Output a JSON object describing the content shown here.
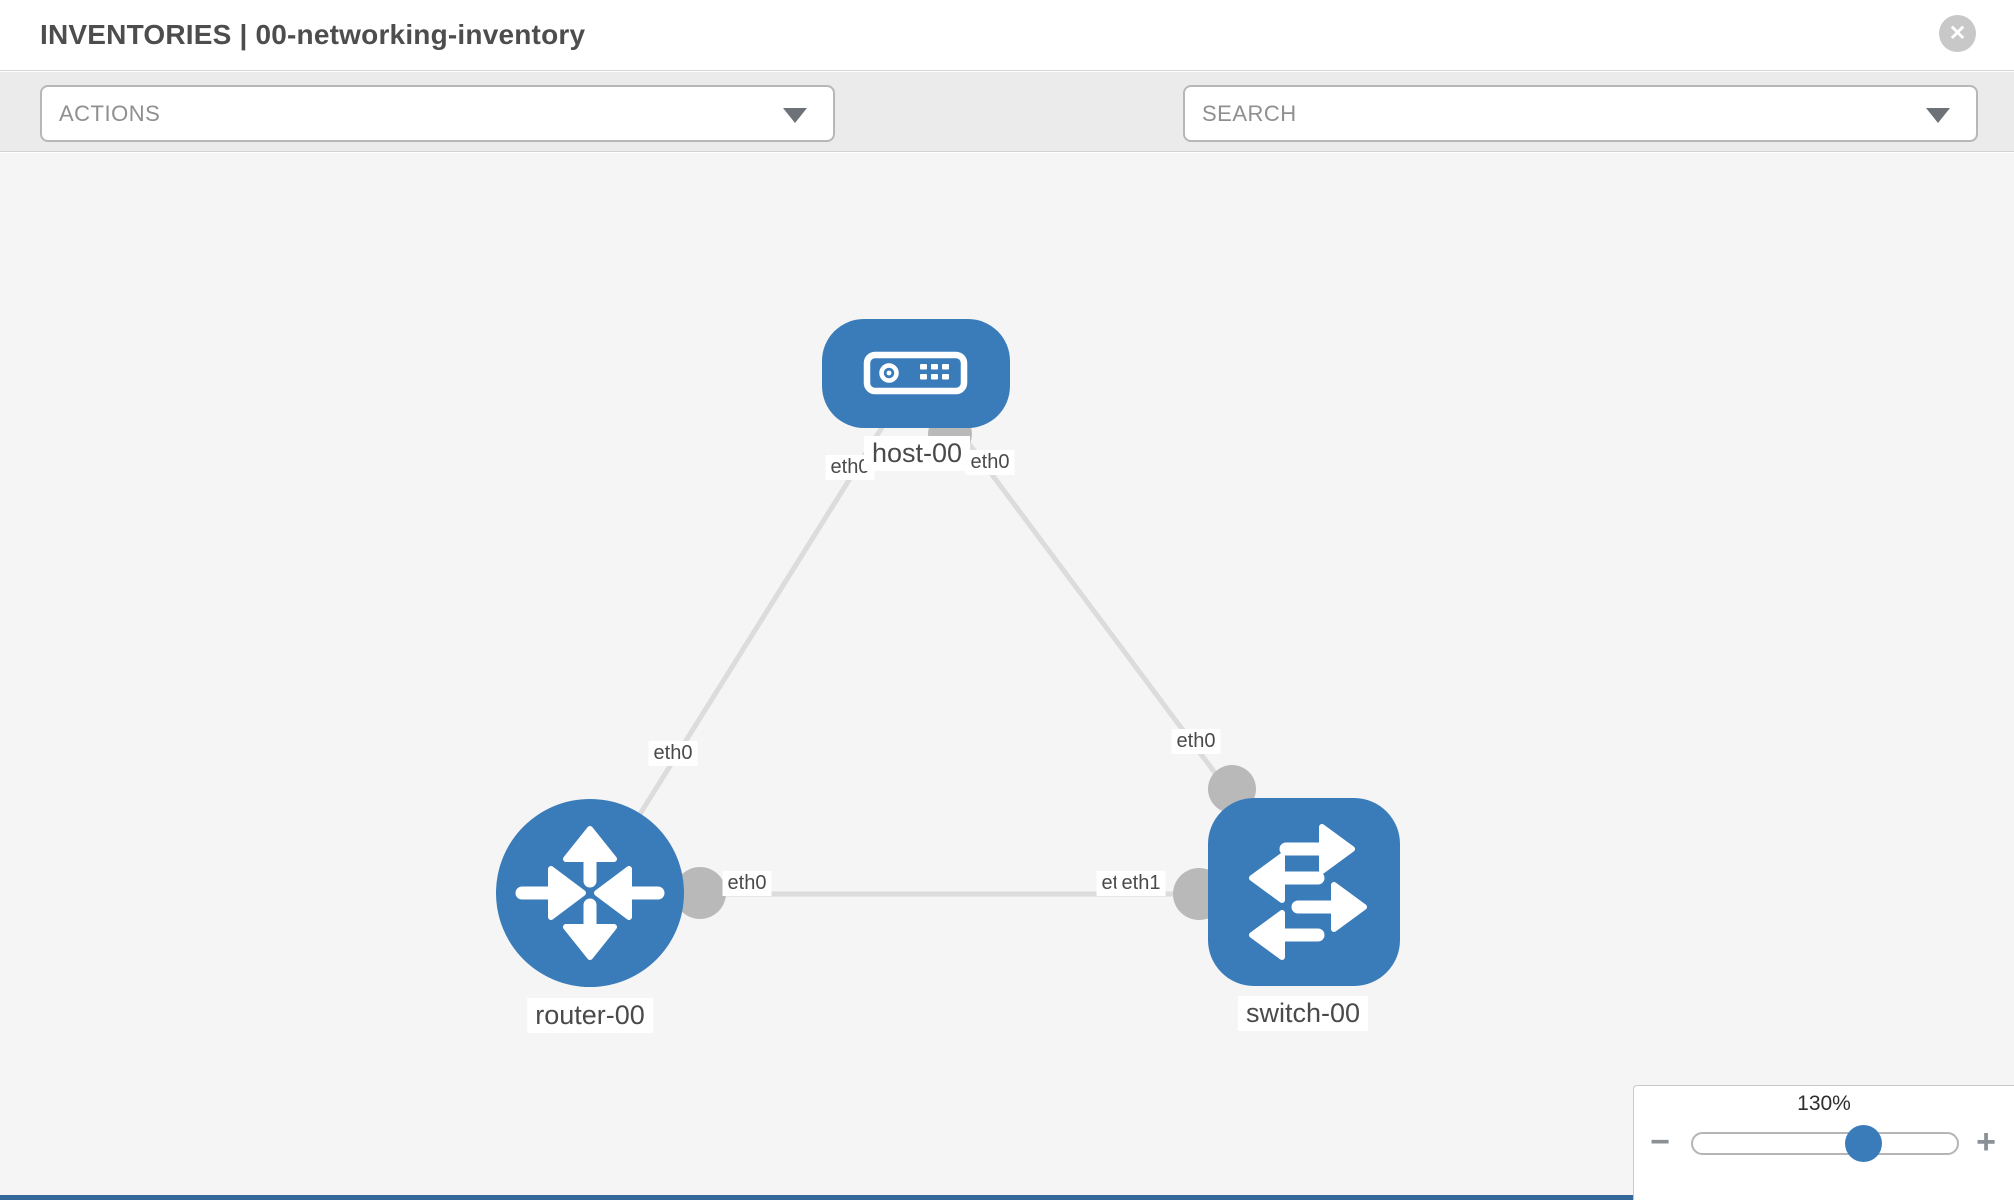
{
  "header": {
    "title": "INVENTORIES | 00-networking-inventory"
  },
  "toolbar": {
    "actions_label": "ACTIONS",
    "search_placeholder": "SEARCH"
  },
  "icons": {
    "close_glyph": "✕"
  },
  "topology": {
    "nodes": [
      {
        "name": "host-00",
        "type": "host"
      },
      {
        "name": "router-00",
        "type": "router"
      },
      {
        "name": "switch-00",
        "type": "switch"
      }
    ],
    "links": [
      {
        "from": "host-00",
        "from_interface": "eth0",
        "to": "router-00",
        "to_interface": "eth0"
      },
      {
        "from": "host-00",
        "from_interface": "eth0",
        "to": "switch-00",
        "to_interface": "eth0"
      },
      {
        "from": "router-00",
        "from_interface": "eth0",
        "to": "switch-00",
        "to_interface": "eth1"
      }
    ],
    "node_labels": {
      "host": "host-00",
      "router": "router-00",
      "switch": "switch-00"
    },
    "interface_labels": {
      "host_left": "eth0",
      "host_right": "eth0",
      "router_top": "eth0",
      "switch_top": "eth0",
      "router_right": "eth0",
      "switch_left_back": "eth0",
      "switch_left_front": "eth1"
    }
  },
  "zoom_control": {
    "level": "130%",
    "minus_label": "−",
    "plus_label": "+",
    "value_percent": 64
  },
  "colors": {
    "node_blue": "#3a7cba",
    "link_gray": "#dcdcdc",
    "port_gray": "#b9b9b9",
    "canvas_bg": "#f5f5f6",
    "toolbar_bg": "#ebebeb"
  }
}
